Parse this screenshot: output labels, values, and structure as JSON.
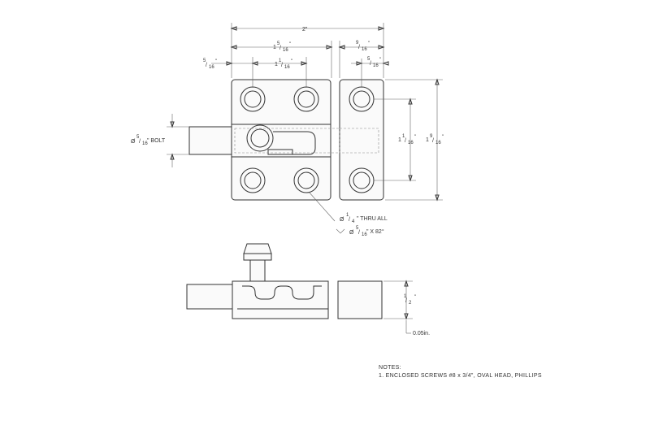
{
  "dimensions": {
    "overall_width": "2\"",
    "center_spacing_label": {
      "whole": "1",
      "num": "5",
      "den": "16",
      "unit": "\""
    },
    "offset_label": {
      "num": "5",
      "den": "16",
      "unit": "\""
    },
    "pitch_label": {
      "whole": "1",
      "num": "1",
      "den": "16",
      "unit": "\""
    },
    "strike_width": {
      "num": "9",
      "den": "16",
      "unit": "\""
    },
    "strike_hole_offset": {
      "num": "5",
      "den": "16",
      "unit": "\""
    },
    "strike_hole_spacing": {
      "whole": "1",
      "num": "1",
      "den": "16",
      "unit": "\""
    },
    "strike_height": {
      "whole": "1",
      "num": "9",
      "den": "16",
      "unit": "\""
    },
    "bolt_diameter": {
      "prefix": "Ø",
      "num": "5",
      "den": "16",
      "suffix": "\" BOLT"
    },
    "hole_thru": {
      "prefix": "Ø",
      "num": "1",
      "den": "4",
      "suffix": "\" THRU ALL"
    },
    "countersink": {
      "prefix": "Ø",
      "num": "5",
      "den": "16",
      "suffix": "\" X 82°"
    },
    "side_height": {
      "num": "1",
      "den": "2",
      "unit": "\""
    },
    "thickness": "0.05in."
  },
  "notes": {
    "heading": "NOTES:",
    "item_1": "1.  ENCLOSED SCREWS #8 x 3/4\", OVAL HEAD, PHILLIPS"
  }
}
